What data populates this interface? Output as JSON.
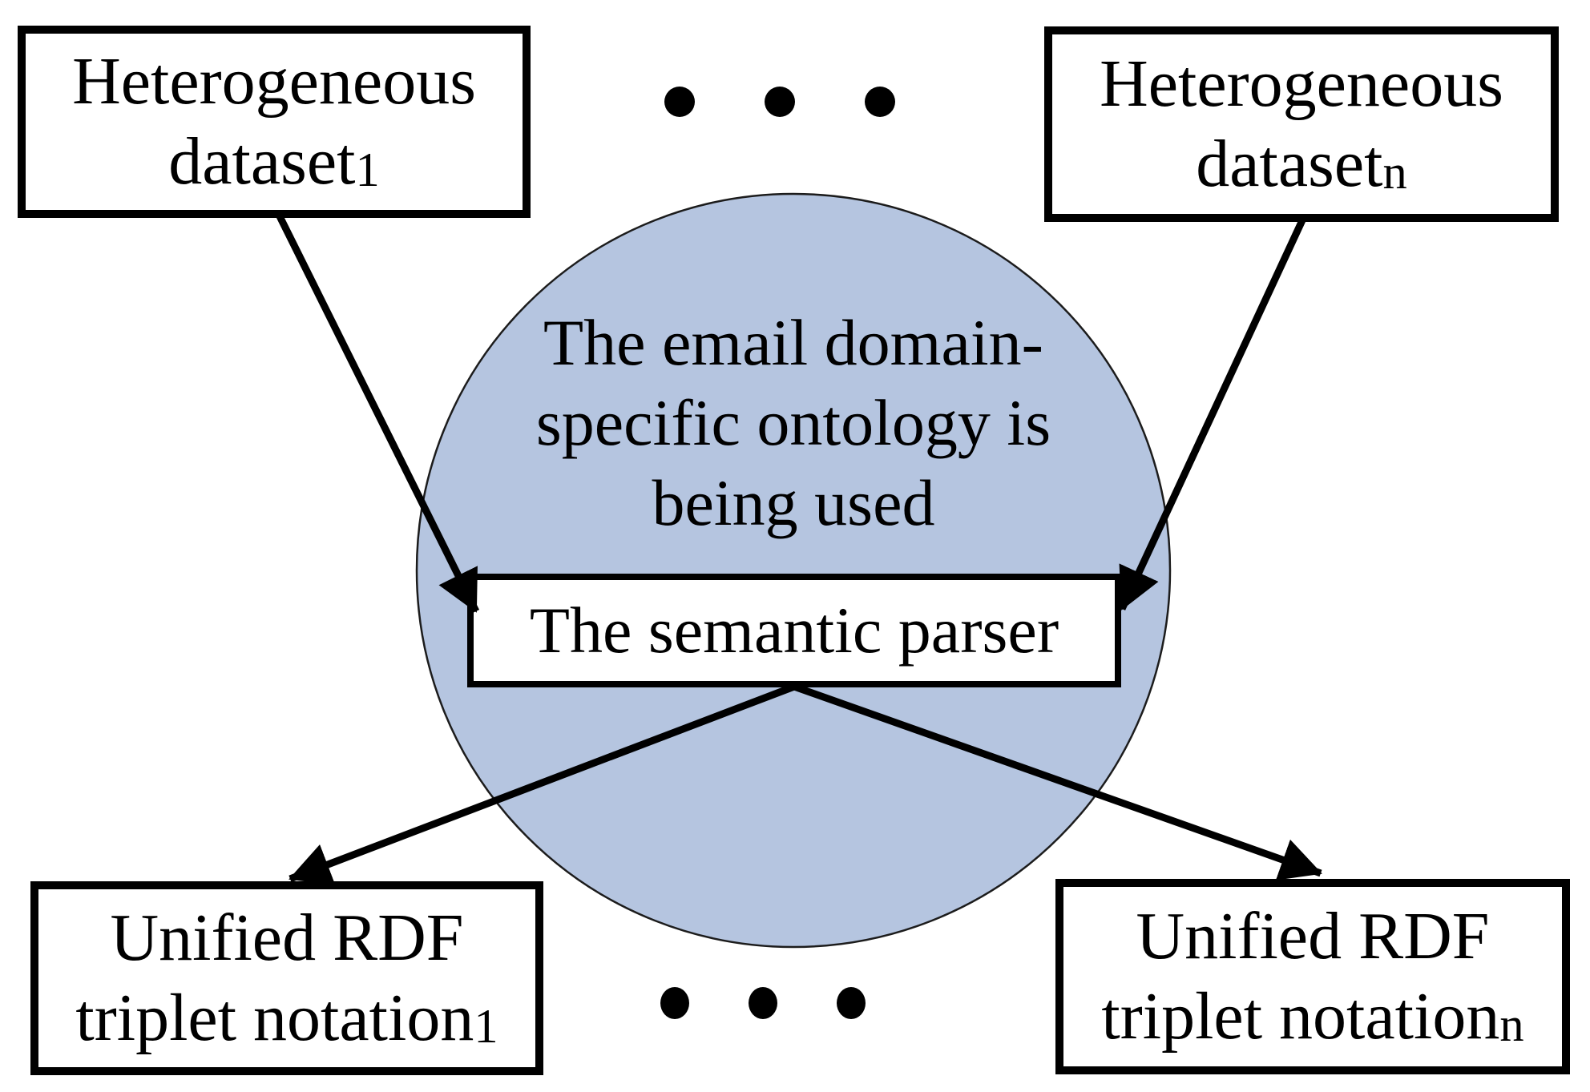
{
  "diagram": {
    "top_left_box": {
      "line1": "Heterogeneous",
      "line2_base": "dataset",
      "subscript": "1"
    },
    "top_right_box": {
      "line1": "Heterogeneous",
      "line2_base": "dataset",
      "subscript": "n"
    },
    "bottom_left_box": {
      "line1": "Unified RDF",
      "line2_base": "triplet notation",
      "subscript": "1"
    },
    "bottom_right_box": {
      "line1": "Unified RDF",
      "line2_base": "triplet notation",
      "subscript": "n"
    },
    "ontology_circle": {
      "line1": "The email domain-",
      "line2": "specific ontology is",
      "line3": "being used"
    },
    "parser_box": {
      "label": "The semantic parser"
    }
  },
  "colors": {
    "background": "#ffffff",
    "circle_fill": "#b5c5e0",
    "circle_stroke": "#1c1c1c",
    "box_fill": "#ffffff",
    "box_stroke": "#000000",
    "arrow_color": "#000000",
    "dot_color": "#000000"
  }
}
